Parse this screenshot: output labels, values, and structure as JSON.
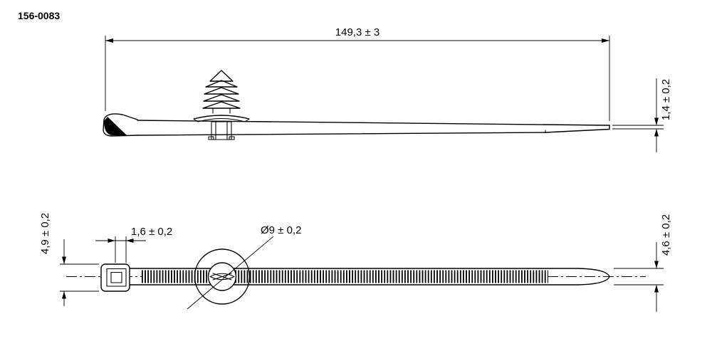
{
  "part_number": "156-0083",
  "colors": {
    "line": "#000000",
    "background": "#ffffff"
  },
  "side_view": {
    "dim_overall_length": "149,3 ± 3",
    "dim_tip_thickness": "1,4 ± 0,2"
  },
  "plan_view": {
    "dim_head_height": "4,9 ± 0,2",
    "dim_pawl_width": "1,6 ± 0,2",
    "dim_disc_diameter": "Ø9 ± 0,2",
    "dim_strap_width": "4,6 ± 0,2"
  }
}
